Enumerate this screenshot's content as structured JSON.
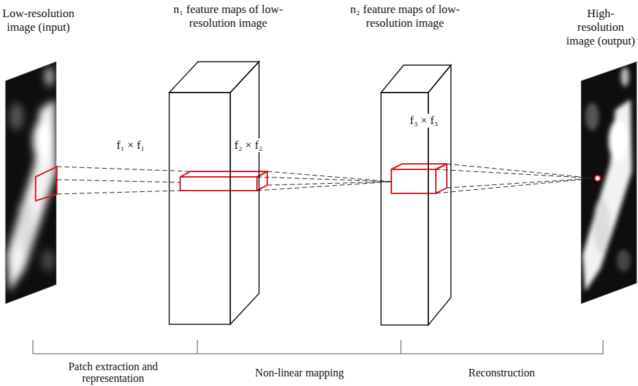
{
  "diagram": {
    "nodes": [
      {
        "text": [
          "Low-resolution image (input)"
        ]
      },
      {
        "text": [
          "n₁ feature maps of low-resolution image"
        ]
      },
      {
        "text": [
          "n₂ feature maps of low-resolution image"
        ]
      },
      {
        "text": [
          "High-resolution image (output)"
        ]
      }
    ],
    "edges": [
      {
        "from": 0,
        "to": 1,
        "arrow": "none"
      },
      {
        "from": 1,
        "to": 2,
        "arrow": "none"
      },
      {
        "from": 2,
        "to": 3,
        "arrow": "none"
      }
    ],
    "labels": [
      "f₁ × f₁",
      "f₂ × f₂",
      "f₃ × f₃",
      "Patch extraction and representation",
      "Non-linear mapping",
      "Reconstruction"
    ]
  }
}
